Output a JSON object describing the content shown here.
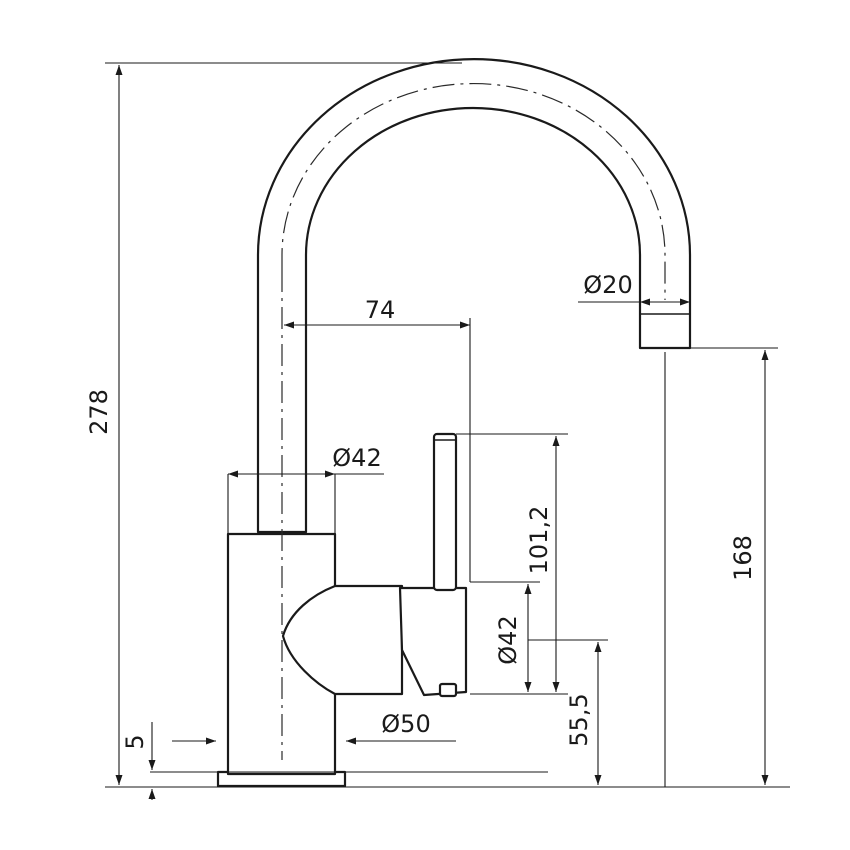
{
  "colors": {
    "stroke": "#1a1a1a",
    "background": "#ffffff"
  },
  "dimensions": {
    "overall_height": "278",
    "reach": "74",
    "spout_diameter": "Ø20",
    "body_diameter": "Ø42",
    "spout_outlet_height": "168",
    "lever_height": "101,2",
    "lever_hub_diameter": "Ø42",
    "lever_axis_height": "55,5",
    "base_diameter": "Ø50",
    "base_thickness": "5"
  }
}
